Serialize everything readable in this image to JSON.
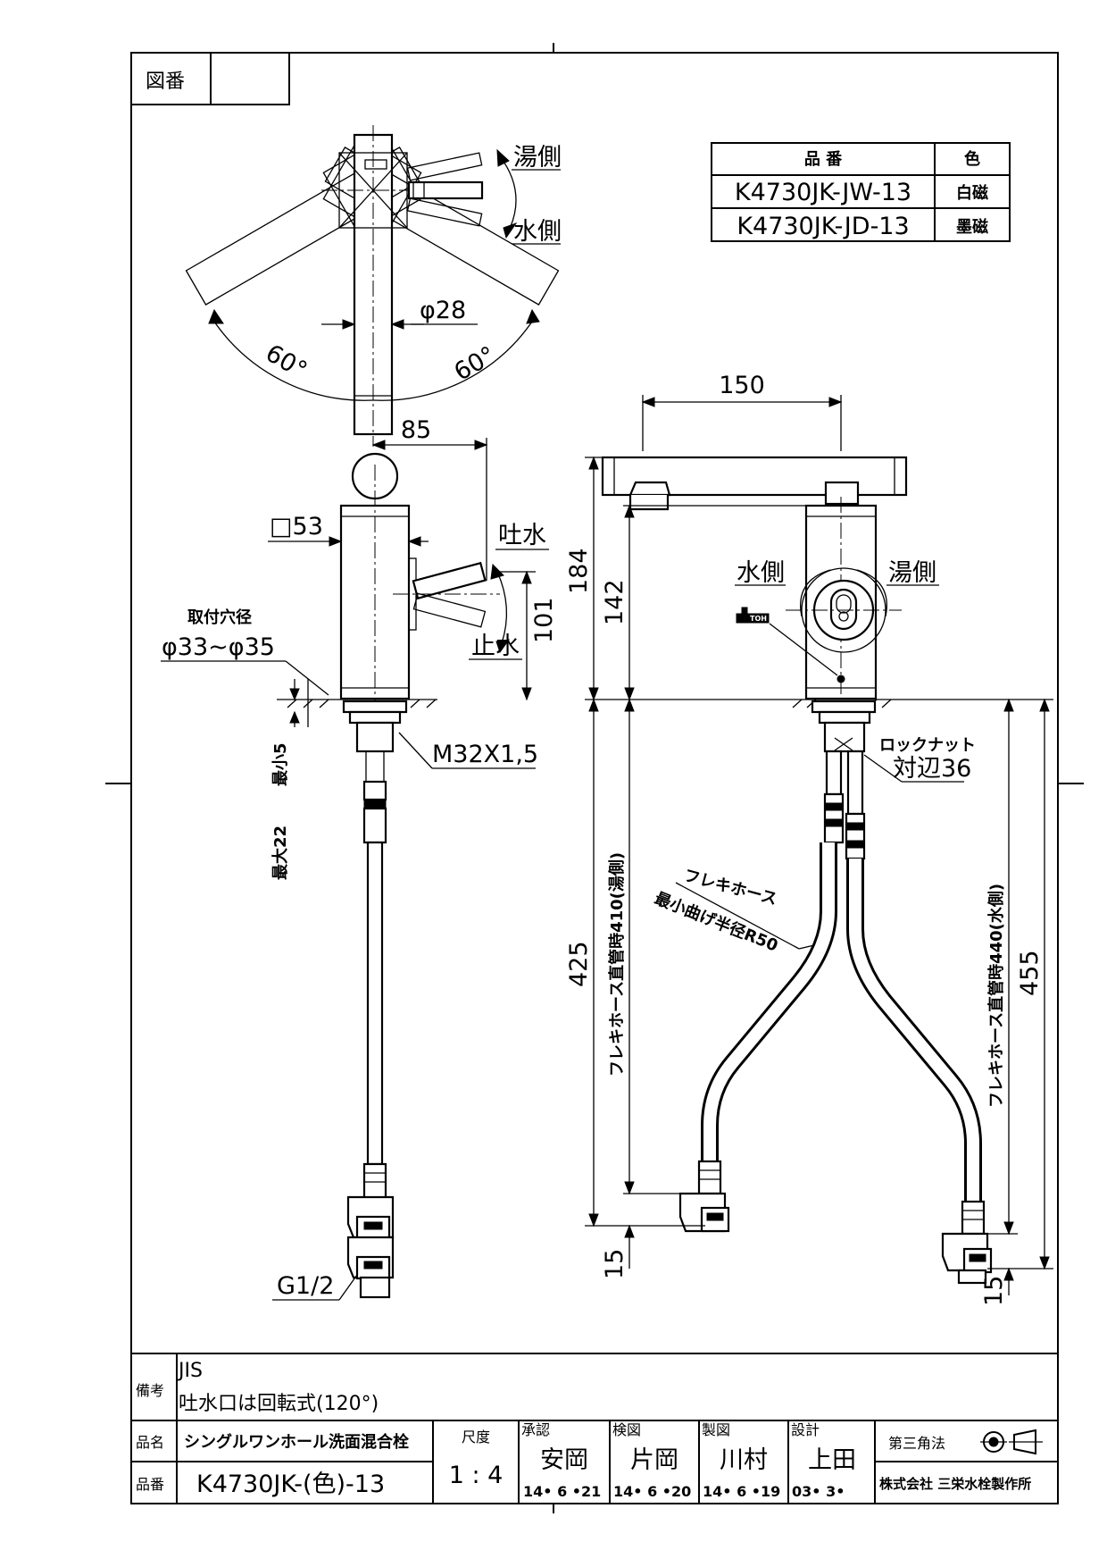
{
  "title_block": {
    "drawing_no_label": "図番",
    "remarks_label": "備考",
    "remarks_line1": "JIS",
    "remarks_line2": "吐水口は回転式(120°)",
    "product_name_label": "品名",
    "product_name": "シングルワンホール洗面混合栓",
    "product_no_label": "品番",
    "product_no": "K4730JK-(色)-13",
    "scale_label": "尺度",
    "scale": "1 : 4",
    "approve_label": "承認",
    "approve_name": "安岡",
    "approve_date": "14• 6 •21",
    "check_label": "検図",
    "check_name": "片岡",
    "check_date": "14• 6 •20",
    "draft_label": "製図",
    "draft_name": "川村",
    "draft_date": "14• 6 •19",
    "design_label": "設計",
    "design_name": "上田",
    "design_date": "03• 3•",
    "projection_label": "第三角法",
    "company": "株式会社 三栄水栓製作所"
  },
  "variant_table": {
    "header_code": "品 番",
    "header_color": "色",
    "rows": [
      {
        "code": "K4730JK-JW-13",
        "color": "白磁"
      },
      {
        "code": "K4730JK-JD-13",
        "color": "墨磁"
      }
    ]
  },
  "annotations": {
    "hot_side": "湯側",
    "cold_side": "水側",
    "diameter_28": "φ28",
    "angle_left": "60°",
    "angle_right": "60°",
    "dim_85": "85",
    "square_53": "□53",
    "water_out": "吐水",
    "water_stop": "止水",
    "mount_hole_label": "取付穴径",
    "mount_hole_range": "φ33~φ35",
    "dim_101": "101",
    "dim_142": "142",
    "dim_184": "184",
    "dim_150": "150",
    "thread": "M32X1,5",
    "min_5": "最小5",
    "max_22": "最大22",
    "g_half": "G1/2",
    "cold_side_front": "水側",
    "hot_side_front": "湯側",
    "toto_mark": "TOH",
    "lock_nut": "ロックナット",
    "across_flats": "対辺36",
    "flex_hose": "フレキホース",
    "min_bend": "最小曲げ半径R50",
    "hose_hot": "フレキホース直管時410(湯側)",
    "hose_cold": "フレキホース直管時440(水側)",
    "dim_425": "425",
    "dim_455": "455",
    "dim_15_left": "15",
    "dim_15_right": "15"
  }
}
